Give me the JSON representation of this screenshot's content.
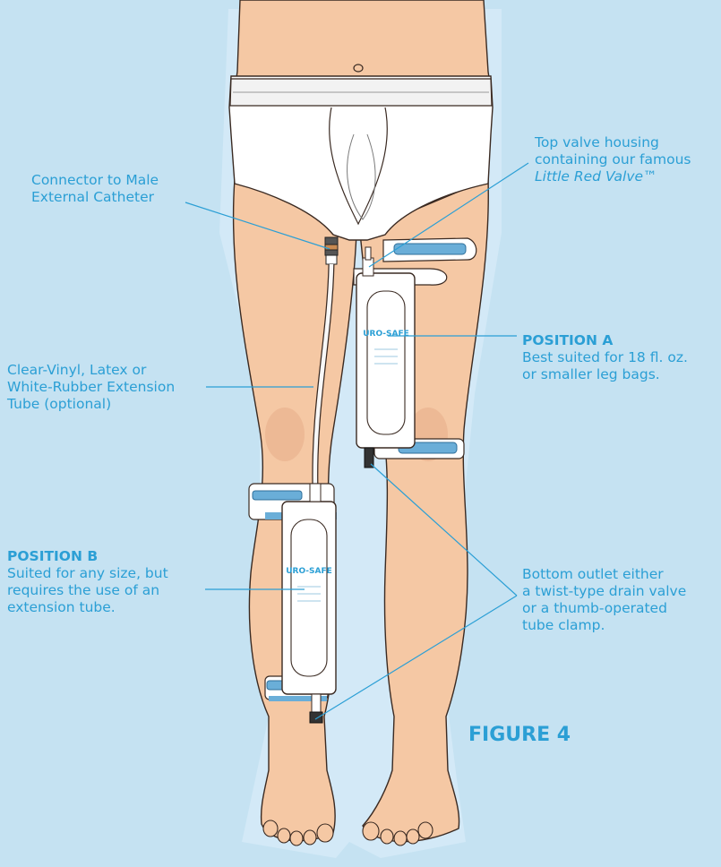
{
  "labels": {
    "connector": {
      "lines": [
        "Connector to Male",
        "External Catheter"
      ]
    },
    "top_valve": {
      "lines": [
        "Top valve housing",
        "containing our famous"
      ],
      "italic": "Little Red Valve™"
    },
    "extension": {
      "lines": [
        "Clear-Vinyl, Latex or",
        "White-Rubber Extension",
        "Tube (optional)"
      ]
    },
    "position_a": {
      "heading": "POSITION A",
      "lines": [
        "Best suited for 18 fl. oz.",
        "or smaller leg bags."
      ]
    },
    "position_b": {
      "heading": "POSITION B",
      "lines": [
        "Suited for any size, but",
        "requires the use of an",
        "extension tube."
      ]
    },
    "bottom_outlet": {
      "lines": [
        "Bottom outlet either",
        "a twist-type drain valve",
        "or a thumb-operated",
        "tube clamp."
      ]
    }
  },
  "figure_title": "FIGURE 4",
  "bag_brand": "URO-SAFE",
  "colors": {
    "background": "#c5e2f2",
    "accent": "#2b9fd5",
    "skin": "#f5c8a4",
    "skin_shadow": "#e5a682",
    "strap_blue": "#6aaed8"
  }
}
